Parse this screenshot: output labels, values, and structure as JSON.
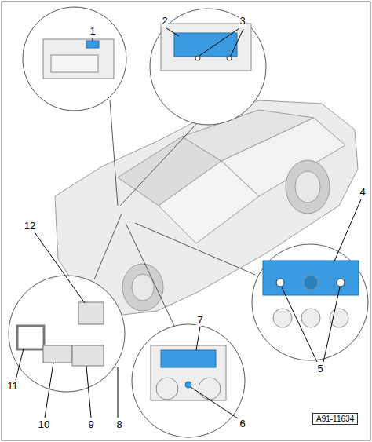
{
  "diagram": {
    "nodes": [
      {
        "text": [
          "A91-11634"
        ]
      }
    ],
    "labels": [
      "1",
      "2",
      "3",
      "4",
      "5",
      "6",
      "7",
      "8",
      "9",
      "10",
      "11",
      "12"
    ]
  }
}
